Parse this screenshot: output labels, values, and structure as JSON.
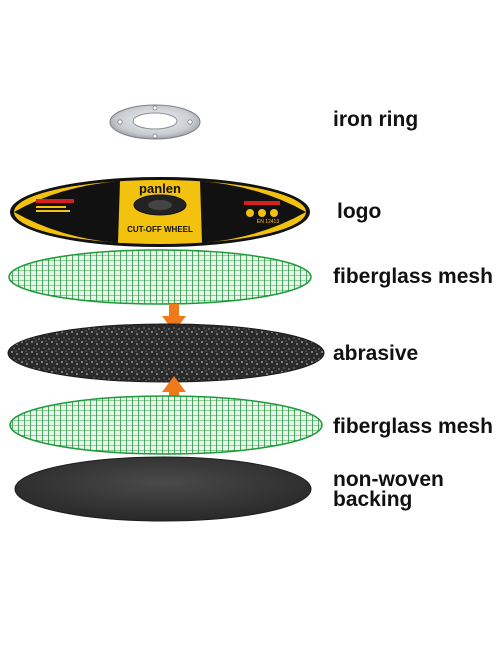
{
  "layers": {
    "iron_ring": {
      "label": "iron ring"
    },
    "logo": {
      "label": "logo",
      "brand": "panlen",
      "product_text": "CUT-OFF WHEEL",
      "standard_text": "EN 12413",
      "colors": {
        "yellow": "#f2c20f",
        "black": "#111111",
        "red": "#d62020"
      }
    },
    "mesh_top": {
      "label": "fiberglass mesh"
    },
    "abrasive": {
      "label": "abrasive"
    },
    "mesh_bottom": {
      "label": "fiberglass mesh"
    },
    "backing": {
      "label": "non-woven backing"
    }
  },
  "colors": {
    "mesh_green": "#1f9a3a",
    "abrasive_dark": "#2a2a2a",
    "backing_dark": "#3a3a3a",
    "arrow_orange": "#f07a1a",
    "ring_steel": "#c9cdd2"
  }
}
